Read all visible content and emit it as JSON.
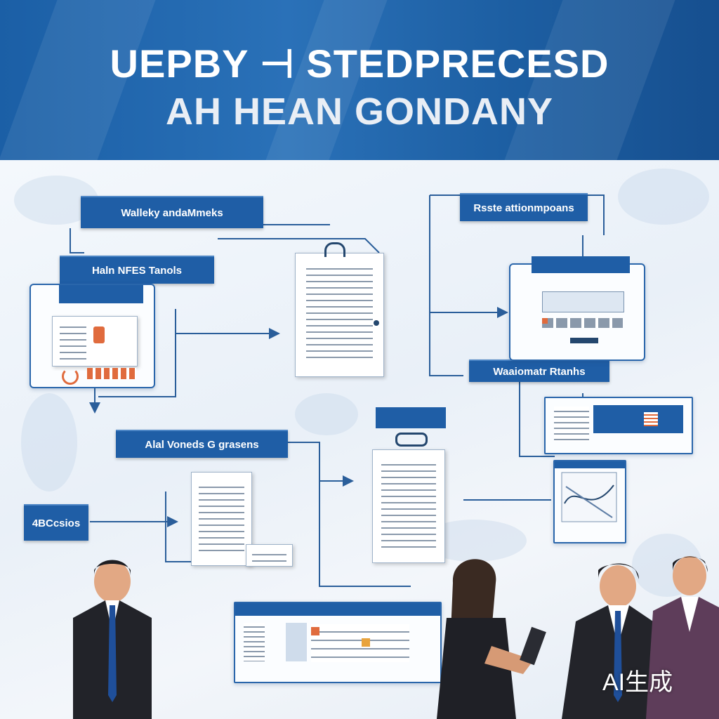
{
  "header": {
    "title_line1": "UEPBY ⊣ STEDPRECESD",
    "title_line2": "AH HEAN GONDANY"
  },
  "labels": {
    "top_left": "Walleky andaMmeks",
    "left_mid": "Haln NFES Tanols",
    "top_right": "Rsste attionmpoans",
    "right_mid": "Waaiomatr Rtanhs",
    "center_left": "Alal Voneds G grasens",
    "bottom_left": "4BCcsios"
  },
  "watermark": "AI生成",
  "colors": {
    "banner": "#1b5fa6",
    "accent": "#1f5ea6",
    "connector": "#2a5e9a",
    "background": "#eef3f9"
  },
  "icons": [
    "document-icon",
    "clipboard-icon",
    "dashboard-icon",
    "monitor-icon",
    "arrow-icon"
  ]
}
